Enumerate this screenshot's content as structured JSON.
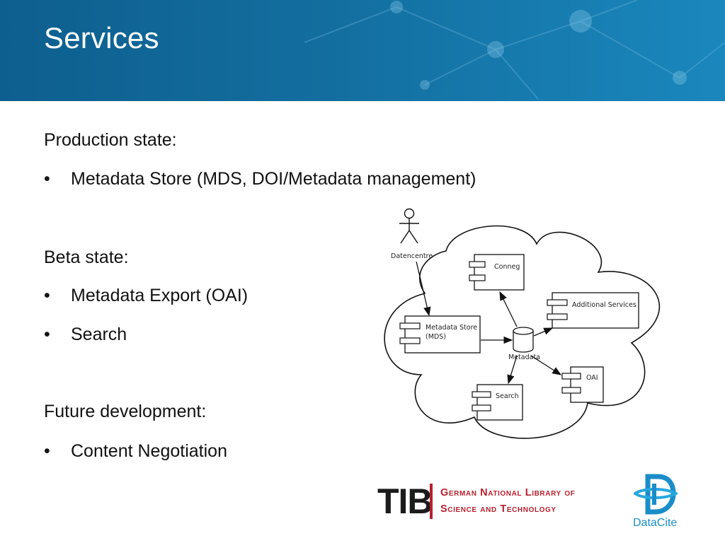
{
  "header": {
    "title": "Services"
  },
  "sections": {
    "production_label": "Production state:",
    "production_items": [
      "Metadata Store (MDS, DOI/Metadata management)"
    ],
    "beta_label": "Beta state:",
    "beta_items": [
      "Metadata Export (OAI)",
      "Search"
    ],
    "future_label": "Future development:",
    "future_items": [
      "Content Negotiation"
    ],
    "bullet": "•"
  },
  "diagram": {
    "actor": "Datencentre",
    "components": {
      "conneg": "Conneg",
      "additional": "Additional Services",
      "mds_line1": "Metadata Store",
      "mds_line2": "(MDS)",
      "oai": "OAI",
      "search": "Search"
    },
    "database": "Metadata"
  },
  "footer": {
    "tib": "TIB",
    "tib_line1": "German National Library of",
    "tib_line2": "Science and Technology",
    "datacite": "DataCite"
  },
  "colors": {
    "header_blue": "#136e9f",
    "tib_red": "#b7202e",
    "datacite_blue": "#1a8dc9"
  }
}
